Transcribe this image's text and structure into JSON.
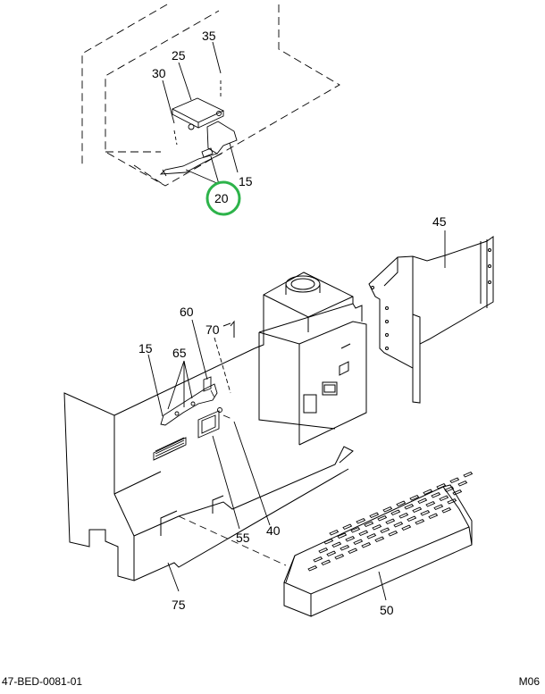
{
  "callouts": {
    "c35": "35",
    "c25": "25",
    "c30": "30",
    "c15a": "15",
    "c20": "20",
    "c45": "45",
    "c60": "60",
    "c70": "70",
    "c15b": "15",
    "c65": "65",
    "c55": "55",
    "c40": "40",
    "c75": "75",
    "c50": "50"
  },
  "highlight": {
    "callout": "20",
    "color": "#2db34a"
  },
  "footer": {
    "drawing_id": "47-BED-0081-01",
    "sheet_code": "M06"
  }
}
